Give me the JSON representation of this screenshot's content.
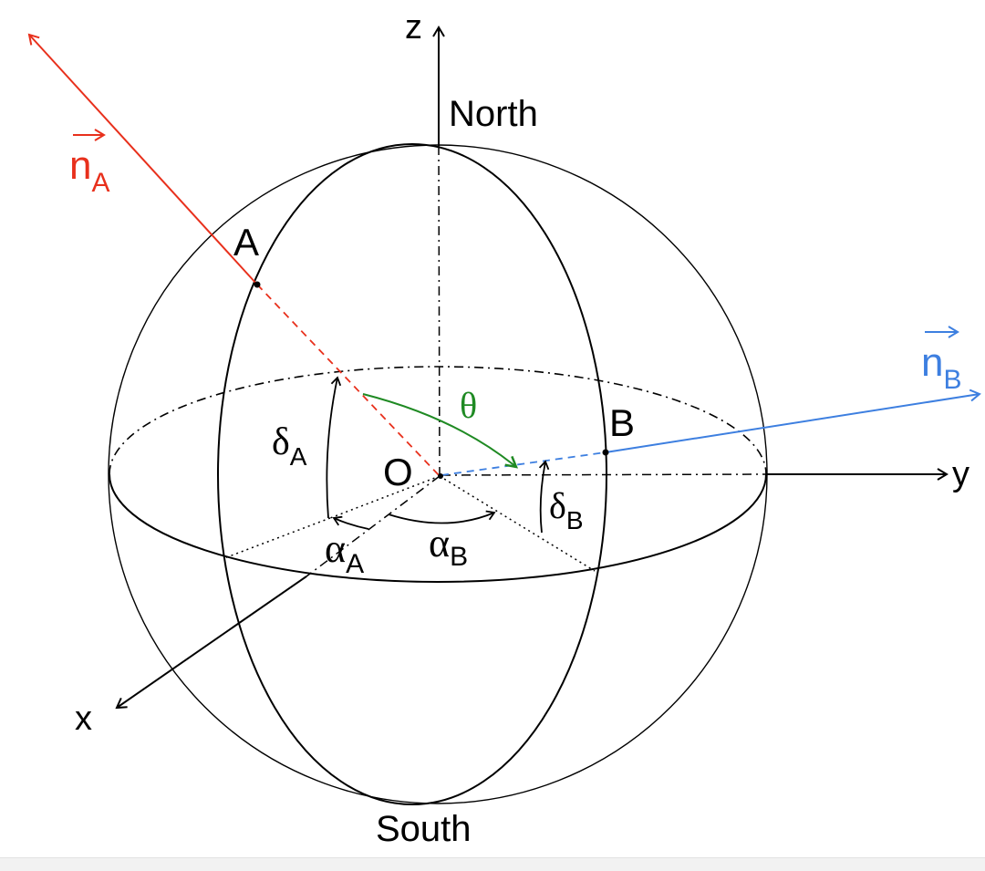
{
  "diagram": {
    "axes": {
      "z": "z",
      "y": "y",
      "x": "x"
    },
    "poles": {
      "north": "North",
      "south": "South"
    },
    "origin": "O",
    "points": {
      "a": "A",
      "b": "B"
    },
    "angle_theta": "θ",
    "vectors": {
      "n_a": {
        "main": "n",
        "sub": "A",
        "color": "#e8301c"
      },
      "n_b": {
        "main": "n",
        "sub": "B",
        "color": "#3d7fe0"
      }
    },
    "declinations": {
      "a": {
        "main": "δ",
        "sub": "A"
      },
      "b": {
        "main": "δ",
        "sub": "B"
      }
    },
    "right_ascensions": {
      "a": {
        "main": "α",
        "sub": "A"
      },
      "b": {
        "main": "α",
        "sub": "B"
      }
    },
    "colors": {
      "theta_arc": "#1f8a23",
      "lines": "#000000"
    }
  }
}
